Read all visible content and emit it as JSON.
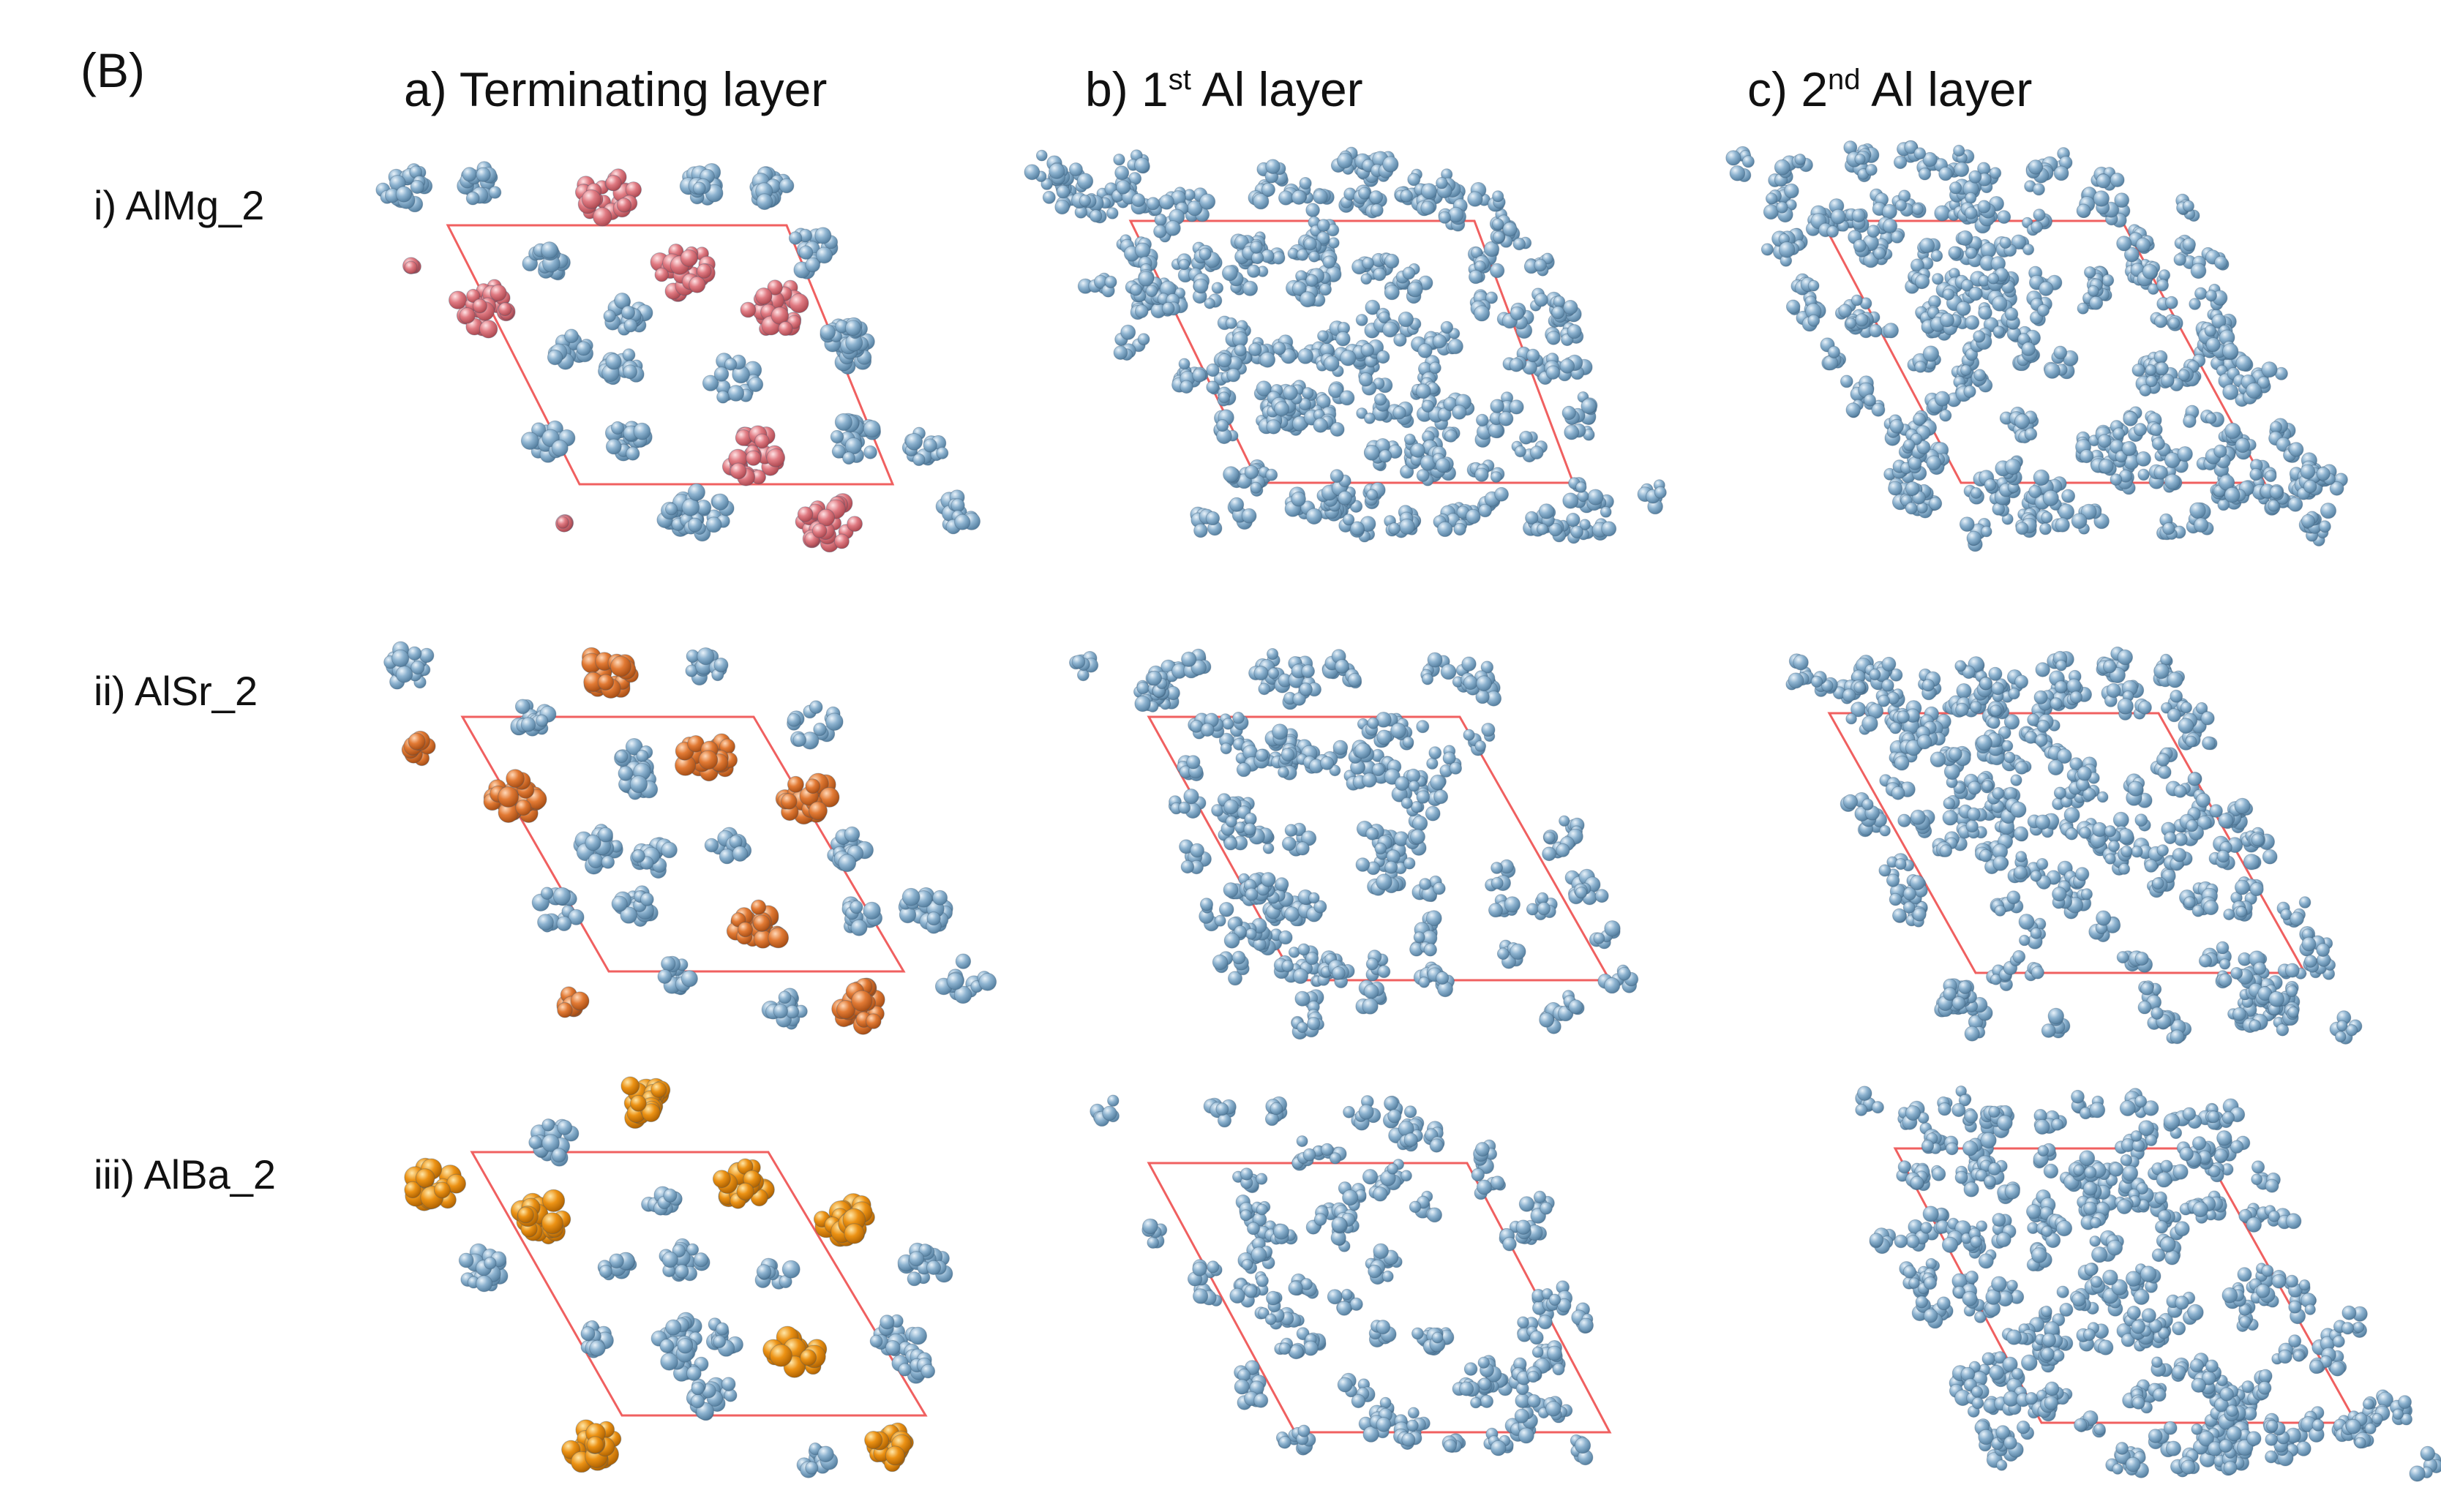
{
  "figure": {
    "panel_label": "(B)",
    "columns": [
      {
        "prefix": "a) Terminating layer",
        "sup": "",
        "suffix": ""
      },
      {
        "prefix": "b) 1",
        "sup": "st",
        "suffix": " Al layer"
      },
      {
        "prefix": "c) 2",
        "sup": "nd",
        "suffix": " Al layer"
      }
    ],
    "rows": [
      {
        "label": "i) AlMg_2",
        "dopant_color": "#dd6b72"
      },
      {
        "label": "ii) AlSr_2",
        "dopant_color": "#e0762f"
      },
      {
        "label": "iii) AlBa_2",
        "dopant_color": "#e88a14"
      }
    ],
    "host_color": "#7da7c8",
    "cell_outline_color": "#f06060"
  }
}
